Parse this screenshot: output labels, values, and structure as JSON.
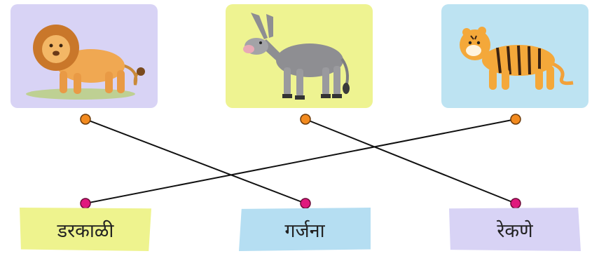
{
  "animals": [
    {
      "id": "lion",
      "icon": "lion-illustration"
    },
    {
      "id": "donkey",
      "icon": "donkey-illustration"
    },
    {
      "id": "tiger",
      "icon": "tiger-illustration"
    }
  ],
  "words": [
    "डरकाळी",
    "गर्जना",
    "रेकणे"
  ],
  "colors": {
    "top_dot": "#f28a1e",
    "bottom_dot": "#e0197e",
    "line": "#111111",
    "lion_card": "#d8d3f5",
    "donkey_card": "#eef391",
    "tiger_card": "#bde3f2"
  }
}
